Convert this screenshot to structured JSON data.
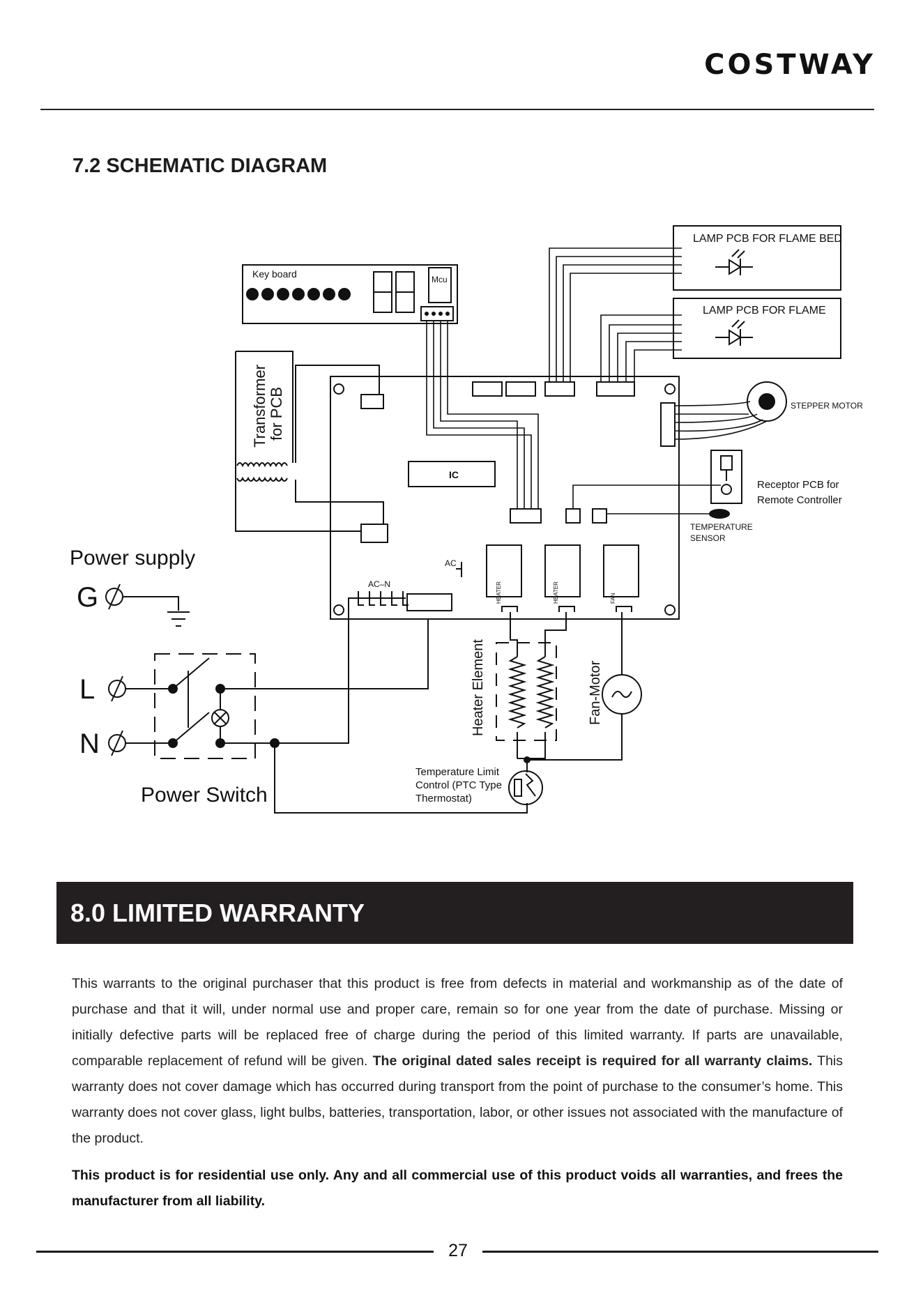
{
  "header": {
    "brand": "COSTWAY"
  },
  "schematic": {
    "heading": "7.2 SCHEMATIC DIAGRAM",
    "labels": {
      "keyboard": "Key board",
      "mcu": "Mcu",
      "transformer_line1": "Transformer",
      "transformer_line2": "for PCB",
      "ic": "IC",
      "lamp_flame_bed": "LAMP PCB  FOR FLAME BED",
      "lamp_flame": "LAMP PCB FOR  FLAME",
      "stepper_motor": "STEPPER MOTOR",
      "receptor_line1": "Receptor PCB for",
      "receptor_line2": "Remote Controller",
      "temp_sensor_line1": "TEMPERATURE",
      "temp_sensor_line2": "SENSOR",
      "power_supply": "Power supply",
      "terminal_g": "G",
      "terminal_l": "L",
      "terminal_n": "N",
      "power_switch": "Power Switch",
      "ac_n": "AC–N",
      "ac": "AC",
      "heater_element": "Heater Element",
      "fan_motor": "Fan-Motor",
      "heater_conn_1": "HEATER",
      "heater_conn_2": "HEATER",
      "fan_conn": "FAN",
      "ptc_line1": "Temperature Limit",
      "ptc_line2": "Control (PTC Type",
      "ptc_line3": "Thermostat)"
    }
  },
  "warranty": {
    "title": "8.0 LIMITED WARRANTY",
    "paragraph_regular_1": "This warrants to the original purchaser that this product is free from defects in material and workmanship as of the date of purchase and that it will, under normal use and proper care, remain so for one year from the date of purchase. Missing or initially defective parts will be replaced free of charge during the period of this limited warranty. If parts are unavailable, comparable replacement of refund will be given. ",
    "paragraph_bold": "The original dated sales receipt is required for all warranty claims.",
    "paragraph_regular_2": " This warranty does not cover damage which has occurred during transport from the point of purchase to the consumer’s home. This warranty does not cover glass, light bulbs, batteries, transportation, labor, or other issues not associated with the manufacture of the product.",
    "note": "This product is for residential use only. Any and all commercial use of this product voids all warranties, and frees the manufacturer from all liability."
  },
  "footer": {
    "page_number": "27"
  }
}
